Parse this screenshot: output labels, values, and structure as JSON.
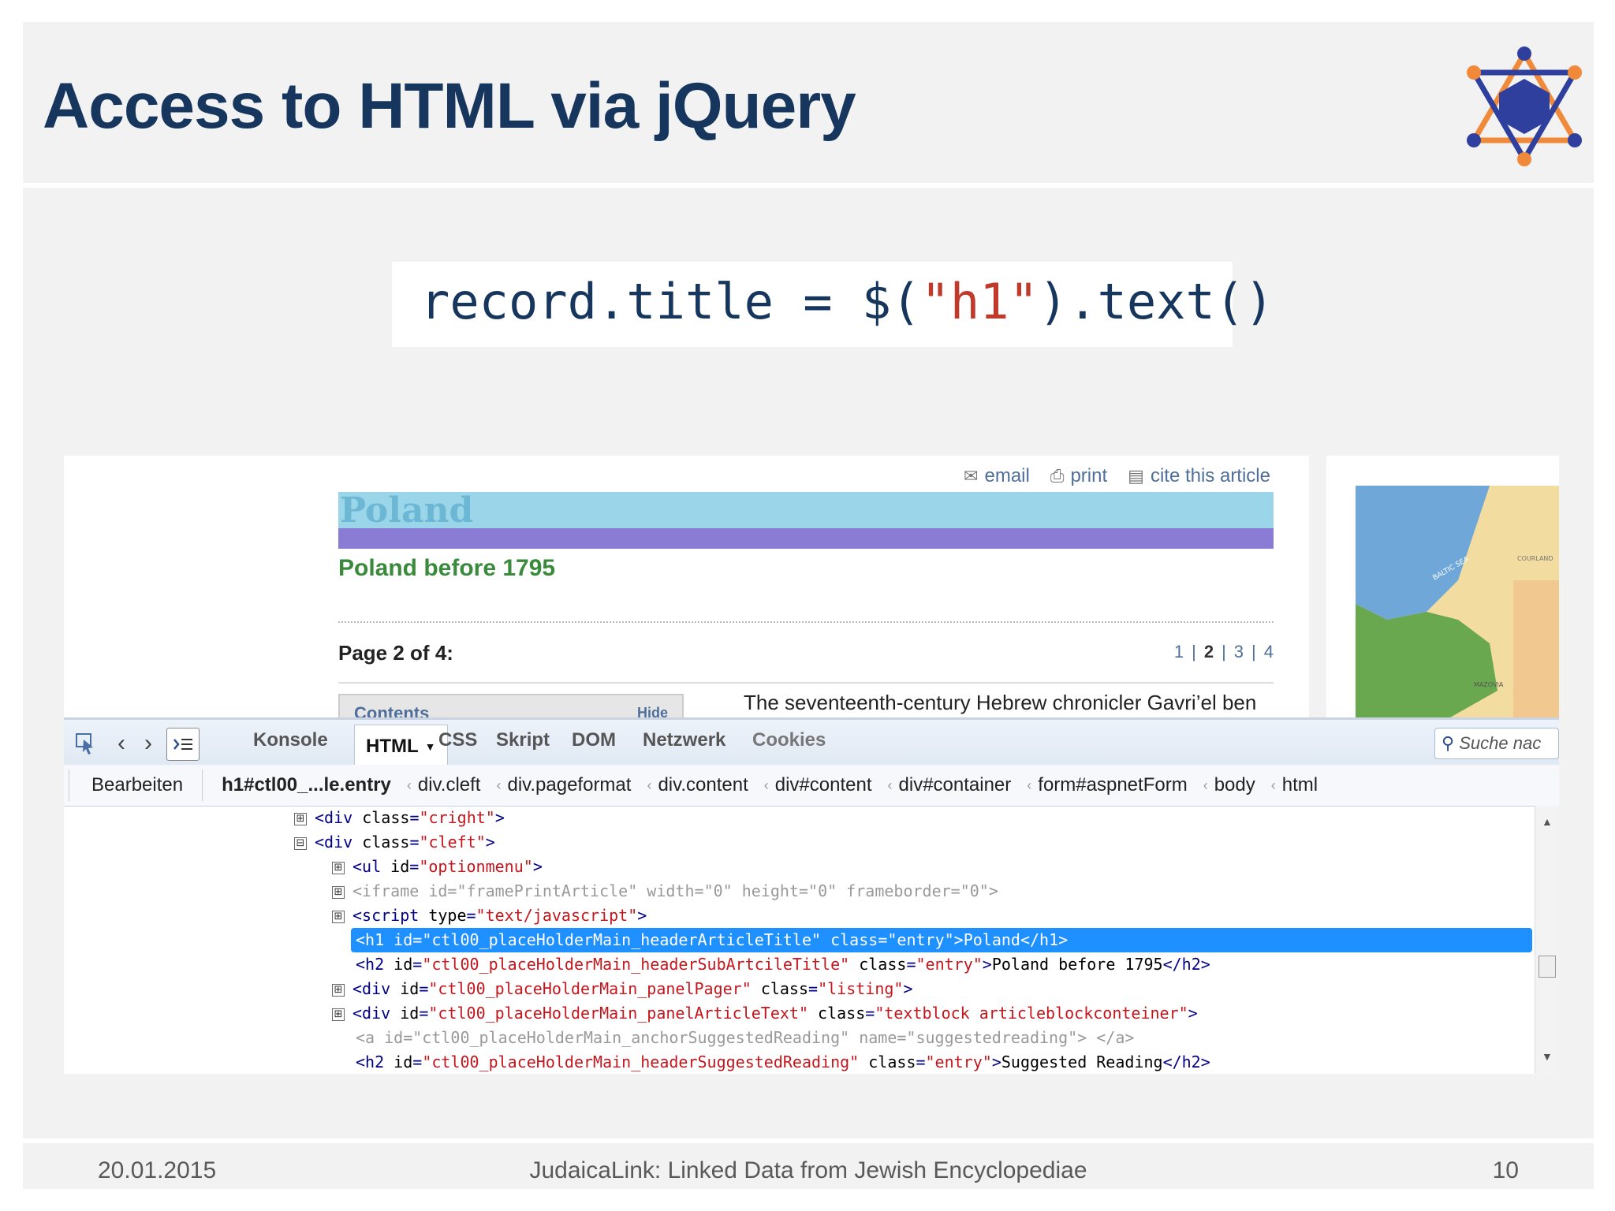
{
  "slide": {
    "title": "Access to HTML via jQuery",
    "code_prefix": "record.title = $(",
    "code_string": "\"h1\"",
    "code_suffix": ").text()",
    "footer_date": "20.01.2015",
    "footer_center": "JudaicaLink: Linked Data from Jewish Encyclopediae",
    "footer_page": "10",
    "logo_icon": "star-of-david-molecule-icon",
    "colors": {
      "title": "#17365d",
      "logo_blue": "#2e3f9e",
      "logo_orange": "#f08a3a"
    }
  },
  "webpage": {
    "email": "email",
    "print": "print",
    "cite": "cite this article",
    "h1": "Poland",
    "h2": "Poland before 1795",
    "page_of": "Page 2 of 4:",
    "pager": [
      "1",
      "2",
      "3",
      "4"
    ],
    "contents_label": "Contents",
    "contents_hide": "Hide",
    "body_text": "The seventeenth-century Hebrew chronicler Gavri’el ben",
    "map_labels": [
      "BALTIC SEA",
      "COURLAND",
      "MAZOVIA"
    ]
  },
  "firebug": {
    "tabs": [
      "Konsole",
      "HTML",
      "CSS",
      "Skript",
      "DOM",
      "Netzwerk",
      "Cookies"
    ],
    "active_tab": "HTML",
    "search_placeholder": "Suche nac",
    "edit": "Bearbeiten",
    "breadcrumbs": [
      "h1#ctl00_...le.entry",
      "div.cleft",
      "div.pageformat",
      "div.content",
      "div#content",
      "div#container",
      "form#aspnetForm",
      "body",
      "html"
    ],
    "tree": [
      {
        "expander": "⊞",
        "open": "<div ",
        "a1": "class",
        "v1": "\"cright\"",
        "close": ">"
      },
      {
        "expander": "⊟",
        "open": "<div ",
        "a1": "class",
        "v1": "\"cleft\"",
        "close": ">"
      },
      {
        "expander": "⊞",
        "open": "<ul ",
        "a1": "id",
        "v1": "\"optionmenu\"",
        "close": ">"
      },
      {
        "expander": "⊞",
        "open": "<iframe ",
        "a1": "id",
        "v1": "\"framePrintArticle\"",
        "a2": "width",
        "v2": "\"0\"",
        "a3": "height",
        "v3": "\"0\"",
        "a4": "frameborder",
        "v4": "\"0\"",
        "close": ">"
      },
      {
        "expander": "⊞",
        "open": "<script ",
        "a1": "type",
        "v1": "\"text/javascript\"",
        "close": ">"
      },
      {
        "open": "<h1 ",
        "a1": "id",
        "v1": "\"ctl00_placeHolderMain_headerArticleTitle\"",
        "a2": "class",
        "v2": "\"entry\"",
        "close": ">",
        "text": "Poland",
        "end": "</h1>"
      },
      {
        "open": "<h2 ",
        "a1": "id",
        "v1": "\"ctl00_placeHolderMain_headerSubArtcileTitle\"",
        "a2": "class",
        "v2": "\"entry\"",
        "close": ">",
        "text": "Poland before 1795",
        "end": "</h2>"
      },
      {
        "expander": "⊞",
        "open": "<div ",
        "a1": "id",
        "v1": "\"ctl00_placeHolderMain_panelPager\"",
        "a2": "class",
        "v2": "\"listing\"",
        "close": ">"
      },
      {
        "expander": "⊞",
        "open": "<div ",
        "a1": "id",
        "v1": "\"ctl00_placeHolderMain_panelArticleText\"",
        "a2": "class",
        "v2": "\"textblock articleblockconteiner\"",
        "close": ">"
      },
      {
        "open": "<a ",
        "a1": "id",
        "v1": "\"ctl00_placeHolderMain_anchorSuggestedReading\"",
        "a2": "name",
        "v2": "\"suggestedreading\"",
        "close": ">",
        "end": "</a>"
      },
      {
        "open": "<h2 ",
        "a1": "id",
        "v1": "\"ctl00_placeHolderMain_headerSuggestedReading\"",
        "a2": "class",
        "v2": "\"entry\"",
        "close": ">",
        "text": "Suggested Reading",
        "end": "</h2>"
      }
    ]
  }
}
